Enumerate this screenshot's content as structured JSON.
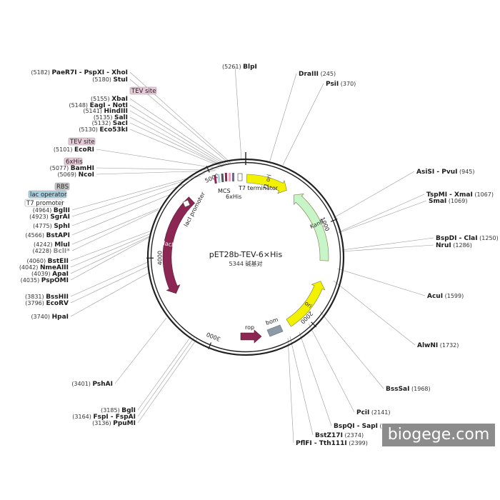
{
  "plasmid": {
    "name": "pET28b-TEV-6×His",
    "length_label": "5344 碱基对",
    "total_bp": 5344
  },
  "ticks": [
    {
      "bp": 1000,
      "label": "1000"
    },
    {
      "bp": 2000,
      "label": "2000"
    },
    {
      "bp": 3000,
      "label": "3000"
    },
    {
      "bp": 4000,
      "label": "4000"
    },
    {
      "bp": 5000,
      "label": "5000"
    }
  ],
  "features": [
    {
      "id": "f1-ori",
      "label": "f1 ori",
      "start": 12,
      "end": 467,
      "dir": 1,
      "color": "#f2f200",
      "label_style": "dark"
    },
    {
      "id": "kanr",
      "label": "KanR",
      "start": 560,
      "end": 1374,
      "dir": -1,
      "color": "#c8f5c8",
      "label_style": "dark"
    },
    {
      "id": "ori",
      "label": "ori",
      "start": 1600,
      "end": 2180,
      "dir": -1,
      "color": "#f2f200",
      "label_style": "dark"
    },
    {
      "id": "laci",
      "label": "lacI",
      "start": 3600,
      "end": 4700,
      "dir": -1,
      "color": "#8b2752",
      "label_style": "light"
    }
  ],
  "outer_features": [
    {
      "id": "rop",
      "label": "rop",
      "color": "#8b2752"
    },
    {
      "id": "bom",
      "label": "bom",
      "color": "#8c9aa8"
    },
    {
      "id": "t7-terminator",
      "label": "T7 terminator"
    },
    {
      "id": "laci-promoter",
      "label": "lacI promoter"
    },
    {
      "id": "mcs",
      "label": "MCS"
    },
    {
      "id": "six-his-inner",
      "label": "6xHis"
    }
  ],
  "tags": [
    {
      "id": "tag-tev-1",
      "label": "TEV site",
      "color": "#e8c9d8"
    },
    {
      "id": "tag-tev-2",
      "label": "TEV site",
      "color": "#e8c9d8"
    },
    {
      "id": "tag-6xhis",
      "label": "6xHis",
      "color": "#e8c9d8"
    },
    {
      "id": "tag-rbs",
      "label": "RBS",
      "color": "#c8c8c8"
    },
    {
      "id": "tag-lac-operator",
      "label": "lac operator",
      "color": "#a9d0e0"
    },
    {
      "id": "tag-t7-promoter",
      "label": "T7 promoter",
      "color": "#ffffff"
    }
  ],
  "left_sites": [
    {
      "pos": "(5182)",
      "name": "PaeR7I - PspXI - XhoI"
    },
    {
      "pos": "(5180)",
      "name": "StuI"
    },
    {
      "pos": "(5155)",
      "name": "XbaI"
    },
    {
      "pos": "(5148)",
      "name": "EagI - NotI"
    },
    {
      "pos": "(5141)",
      "name": "HindIII"
    },
    {
      "pos": "(5135)",
      "name": "SalI"
    },
    {
      "pos": "(5132)",
      "name": "SacI"
    },
    {
      "pos": "(5130)",
      "name": "Eco53kI"
    },
    {
      "pos": "(5101)",
      "name": "EcoRI"
    },
    {
      "pos": "(5077)",
      "name": "BamHI"
    },
    {
      "pos": "(5069)",
      "name": "NcoI"
    },
    {
      "pos": "(4964)",
      "name": "BglII"
    },
    {
      "pos": "(4923)",
      "name": "SgrAI"
    },
    {
      "pos": "(4775)",
      "name": "SphI"
    },
    {
      "pos": "(4566)",
      "name": "BstAPI"
    },
    {
      "pos": "(4242)",
      "name": "MluI"
    },
    {
      "pos": "(4228)",
      "name": "BclI*"
    },
    {
      "pos": "(4060)",
      "name": "BstEII"
    },
    {
      "pos": "(4042)",
      "name": "NmeAIII"
    },
    {
      "pos": "(4039)",
      "name": "ApaI"
    },
    {
      "pos": "(4035)",
      "name": "PspOMI"
    },
    {
      "pos": "(3831)",
      "name": "BssHII"
    },
    {
      "pos": "(3796)",
      "name": "EcoRV"
    },
    {
      "pos": "(3740)",
      "name": "HpaI"
    },
    {
      "pos": "(3401)",
      "name": "PshAI"
    },
    {
      "pos": "(3185)",
      "name": "BglI"
    },
    {
      "pos": "(3164)",
      "name": "FspI - FspAI"
    },
    {
      "pos": "(3136)",
      "name": "PpuMI"
    }
  ],
  "right_sites": [
    {
      "pos": "(5261)",
      "name": "BlpI"
    },
    {
      "pos": "(245)",
      "name": "DraIII"
    },
    {
      "pos": "(370)",
      "name": "PsiI"
    },
    {
      "pos": "(945)",
      "name": "AsiSI - PvuI"
    },
    {
      "pos": "(1067)",
      "name": "TspMI - XmaI"
    },
    {
      "pos": "(1069)",
      "name": "SmaI"
    },
    {
      "pos": "(1250)",
      "name": "BspDI - ClaI"
    },
    {
      "pos": "(1286)",
      "name": "NruI"
    },
    {
      "pos": "(1599)",
      "name": "AcuI"
    },
    {
      "pos": "(1732)",
      "name": "AlwNI"
    },
    {
      "pos": "(1968)",
      "name": "BssSaI"
    },
    {
      "pos": "(2141)",
      "name": "PciI"
    },
    {
      "pos": "(2254)",
      "name": "BspQI - SapI"
    },
    {
      "pos": "(2374)",
      "name": "BstZ17I"
    },
    {
      "pos": "(2399)",
      "name": "PflFI - Tth111I"
    }
  ],
  "watermark": "biogege.com"
}
